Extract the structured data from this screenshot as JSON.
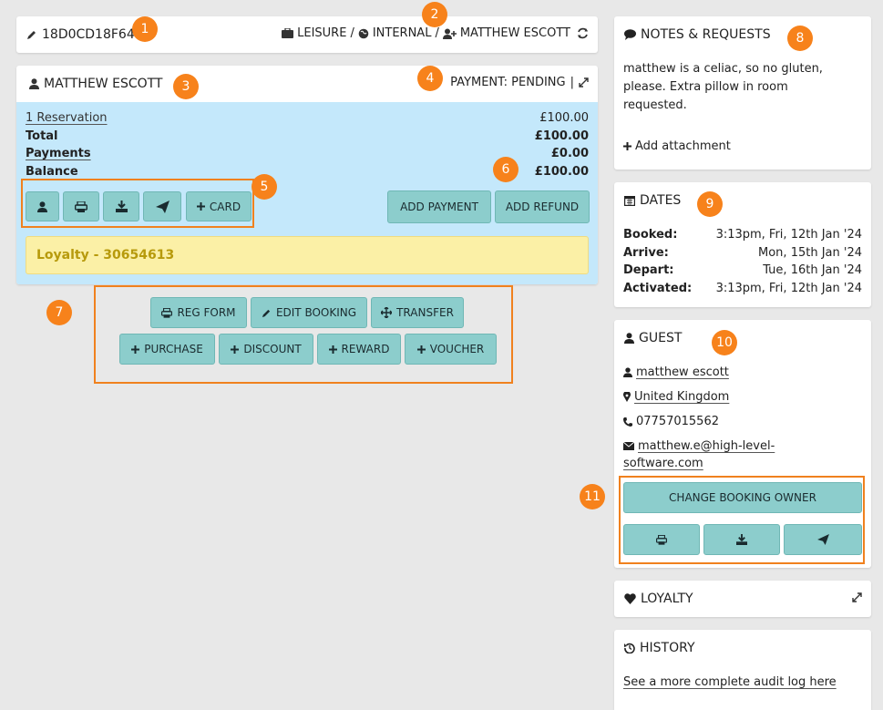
{
  "header": {
    "booking_ref": "18D0CD18F64",
    "segment": "LEISURE",
    "channel": "INTERNAL",
    "owner": "MATTHEW ESCOTT",
    "sep": "/"
  },
  "guest_panel": {
    "name": "MATTHEW ESCOTT",
    "payment_status": "PAYMENT: PENDING",
    "divider": "|",
    "summary": [
      {
        "label": "1 Reservation",
        "value": "£100.00"
      },
      {
        "label": "Total",
        "value": "£100.00"
      },
      {
        "label": "Payments",
        "value": "£0.00"
      },
      {
        "label": "Balance",
        "value": "£100.00"
      }
    ],
    "card_button": "CARD",
    "add_payment": "ADD PAYMENT",
    "add_refund": "ADD REFUND",
    "loyalty": "Loyalty - 30654613"
  },
  "actions": {
    "reg_form": "REG FORM",
    "edit_booking": "EDIT BOOKING",
    "transfer": "TRANSFER",
    "purchase": "PURCHASE",
    "discount": "DISCOUNT",
    "reward": "REWARD",
    "voucher": "VOUCHER"
  },
  "notes": {
    "title": "NOTES & REQUESTS",
    "line1": "matthew is a celiac, so no gluten,",
    "line2": "please. Extra pillow in room",
    "line3": "requested.",
    "add_attachment": "Add attachment"
  },
  "dates": {
    "title": "DATES",
    "rows": [
      {
        "label": "Booked:",
        "value": "3:13pm, Fri, 12th Jan '24"
      },
      {
        "label": "Arrive:",
        "value": "Mon, 15th Jan '24"
      },
      {
        "label": "Depart:",
        "value": "Tue, 16th Jan '24"
      },
      {
        "label": "Activated:",
        "value": "3:13pm, Fri, 12th Jan '24"
      }
    ]
  },
  "guest": {
    "title": "GUEST",
    "name": "matthew escott",
    "country": "United Kingdom",
    "phone": "07757015562",
    "email_line1": "matthew.e@high-level-",
    "email_line2": "software.com",
    "change_owner": "CHANGE BOOKING OWNER"
  },
  "loyalty_panel": {
    "title": "LOYALTY"
  },
  "history": {
    "title": "HISTORY",
    "link": "See a more complete audit log here"
  },
  "badges": [
    "1",
    "2",
    "3",
    "4",
    "5",
    "6",
    "7",
    "8",
    "9",
    "10",
    "11"
  ],
  "colors": {
    "accent_button": "#8ccdcc",
    "info_bg": "#c4e8fb",
    "loyalty_bg": "#fbf0a6",
    "badge": "#f7821b"
  }
}
